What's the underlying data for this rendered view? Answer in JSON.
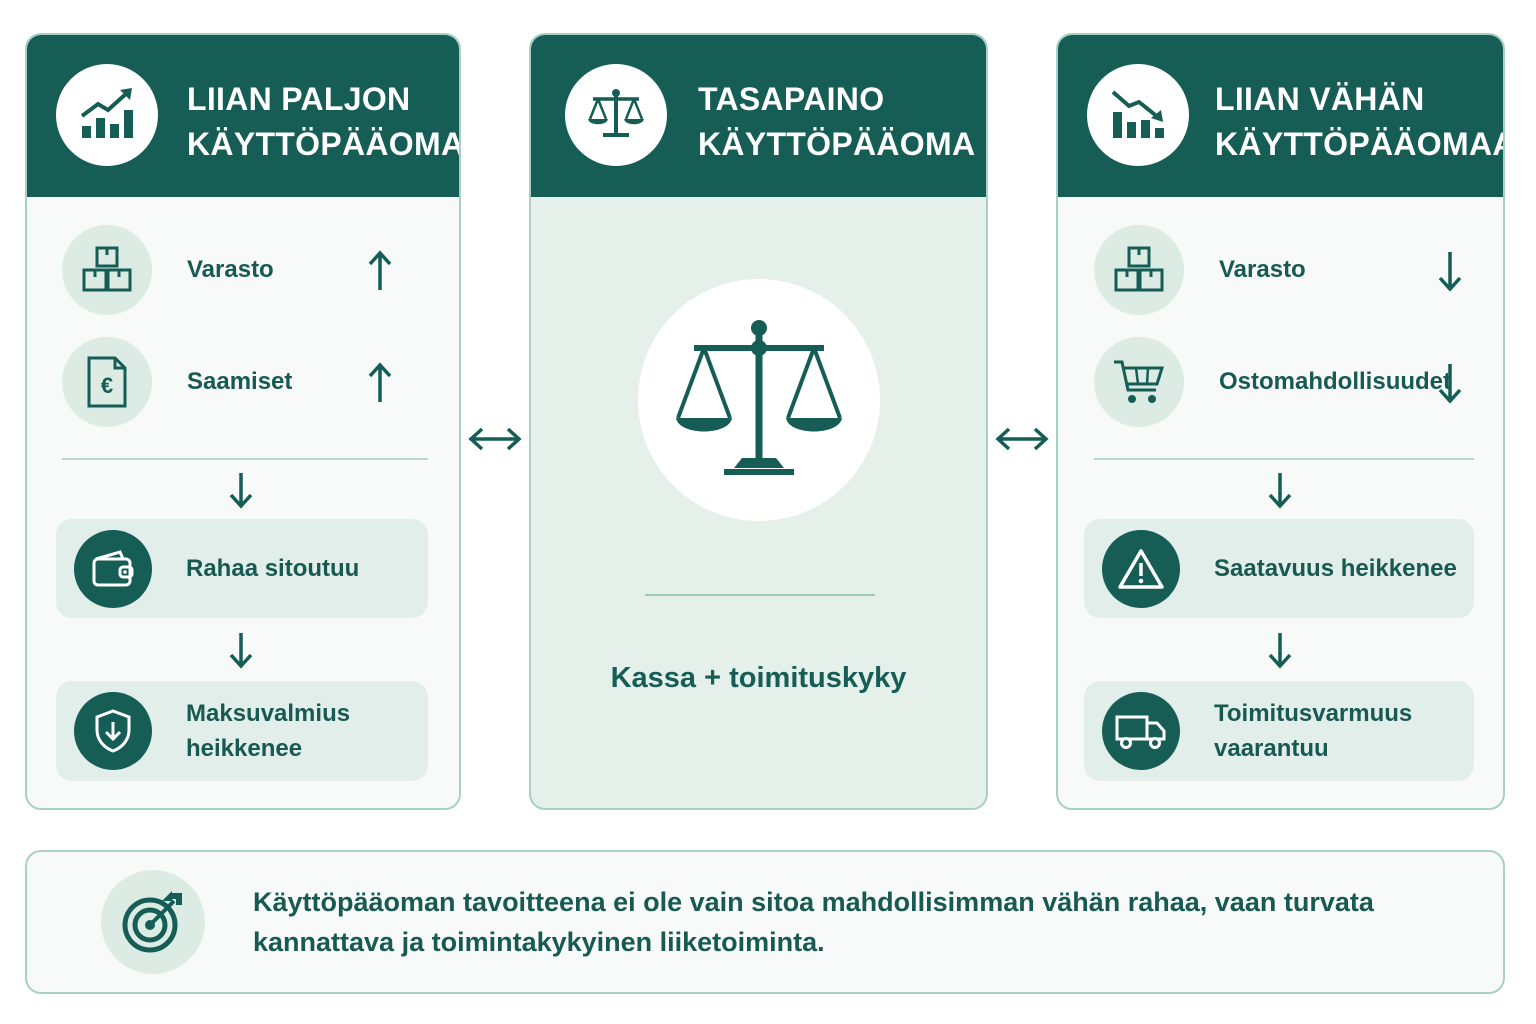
{
  "left": {
    "title_line1": "LIIAN PALJON",
    "title_line2": "KÄYTTÖPÄÄOMAA",
    "header_icon": "chart-up-icon",
    "items": [
      {
        "label": "Varasto",
        "icon": "boxes-icon",
        "trend": "up"
      },
      {
        "label": "Saamiset",
        "icon": "euro-document-icon",
        "trend": "up"
      }
    ],
    "effects": [
      {
        "label_line1": "Rahaa sitoutuu",
        "label_line2": "",
        "icon": "wallet-icon"
      },
      {
        "label_line1": "Maksuvalmius",
        "label_line2": "heikkenee",
        "icon": "shield-down-icon"
      }
    ]
  },
  "middle": {
    "title_line1": "TASAPAINO",
    "title_line2": "KÄYTTÖPÄÄOMA",
    "header_icon": "scale-icon",
    "center_icon": "scale-icon",
    "caption": "Kassa + toimituskyky"
  },
  "right": {
    "title_line1": "LIIAN VÄHÄN",
    "title_line2": "KÄYTTÖPÄÄOMAA",
    "header_icon": "chart-down-icon",
    "items": [
      {
        "label": "Varasto",
        "icon": "boxes-icon",
        "trend": "down"
      },
      {
        "label": "Ostomahdollisuudet",
        "icon": "cart-icon",
        "trend": "down"
      }
    ],
    "effects": [
      {
        "label_line1": "Saatavuus heikkenee",
        "label_line2": "",
        "icon": "warning-icon"
      },
      {
        "label_line1": "Toimitusvarmuus",
        "label_line2": "vaarantuu",
        "icon": "truck-icon"
      }
    ]
  },
  "footer": {
    "icon": "target-icon",
    "text_line1": "Käyttöpääoman tavoitteena ei ole vain sitoa mahdollisimman vähän rahaa, vaan turvata",
    "text_line2": "kannattava ja toimintakykyinen liiketoiminta."
  },
  "colors": {
    "primary": "#155d55",
    "light": "#e2eee9",
    "border": "#a9d0c4"
  }
}
